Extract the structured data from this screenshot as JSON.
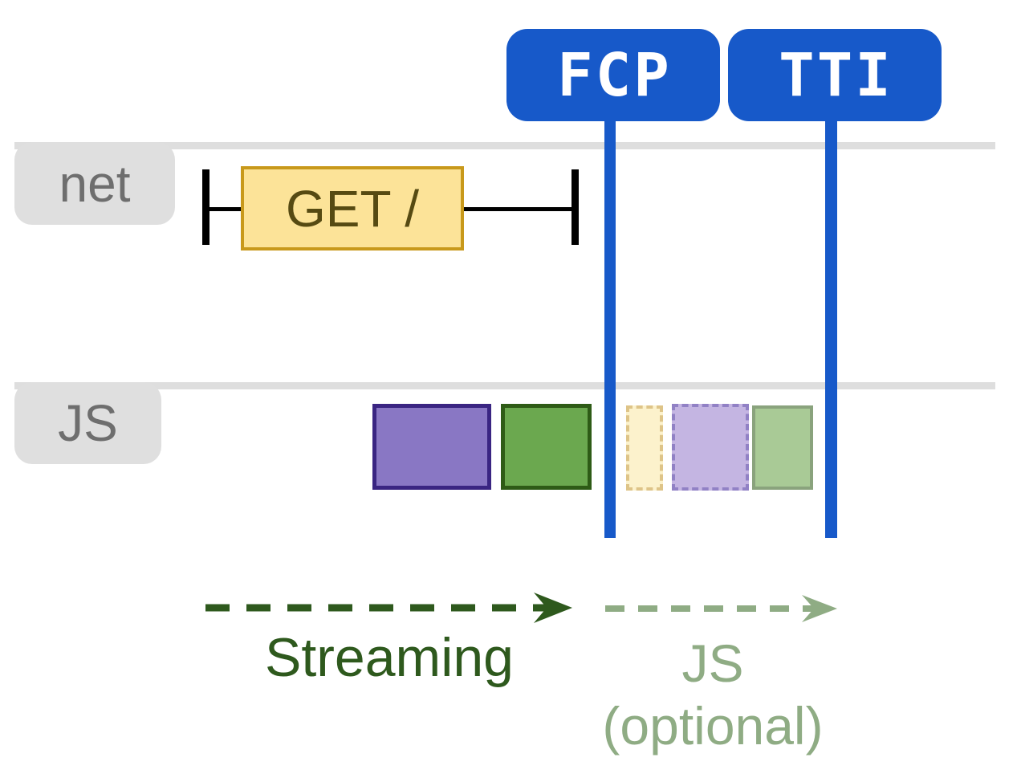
{
  "page": {
    "type": "performance-timeline-diagram",
    "background": "#ffffff"
  },
  "badges": {
    "fcp": {
      "label": "FCP"
    },
    "tti": {
      "label": "TTI"
    },
    "fill": "#1759C9",
    "text_color": "#FFFFFF"
  },
  "rows": {
    "net": {
      "label": "net"
    },
    "js": {
      "label": "JS"
    },
    "label_fill": "#DFDFDF",
    "label_text_color": "#6E6E6E",
    "track_line_color": "#DEDEDE"
  },
  "network": {
    "request_label": "GET /",
    "box_fill": "#FCE398",
    "box_border": "#C8991B",
    "text_color": "#564A12",
    "whisker_color": "#000000"
  },
  "js_tasks": [
    {
      "name": "task-1",
      "fill": "#8977C4",
      "border": "#3A2582",
      "border_style": "solid"
    },
    {
      "name": "task-2",
      "fill": "#6BA84F",
      "border": "#2E5B16",
      "border_style": "solid"
    },
    {
      "name": "task-3",
      "fill": "#FCF2CC",
      "border": "#DEC488",
      "border_style": "dashed"
    },
    {
      "name": "task-4",
      "fill": "#C4B5E2",
      "border": "#9181C5",
      "border_style": "dashed"
    },
    {
      "name": "task-5",
      "fill": "#A9CA96",
      "border": "#8AA37D",
      "border_style": "solid"
    }
  ],
  "legend": {
    "streaming": {
      "label": "Streaming",
      "color": "#2E591D"
    },
    "js_optional": {
      "label_line1": "JS",
      "label_line2": "(optional)",
      "color": "#8FAC84"
    }
  }
}
